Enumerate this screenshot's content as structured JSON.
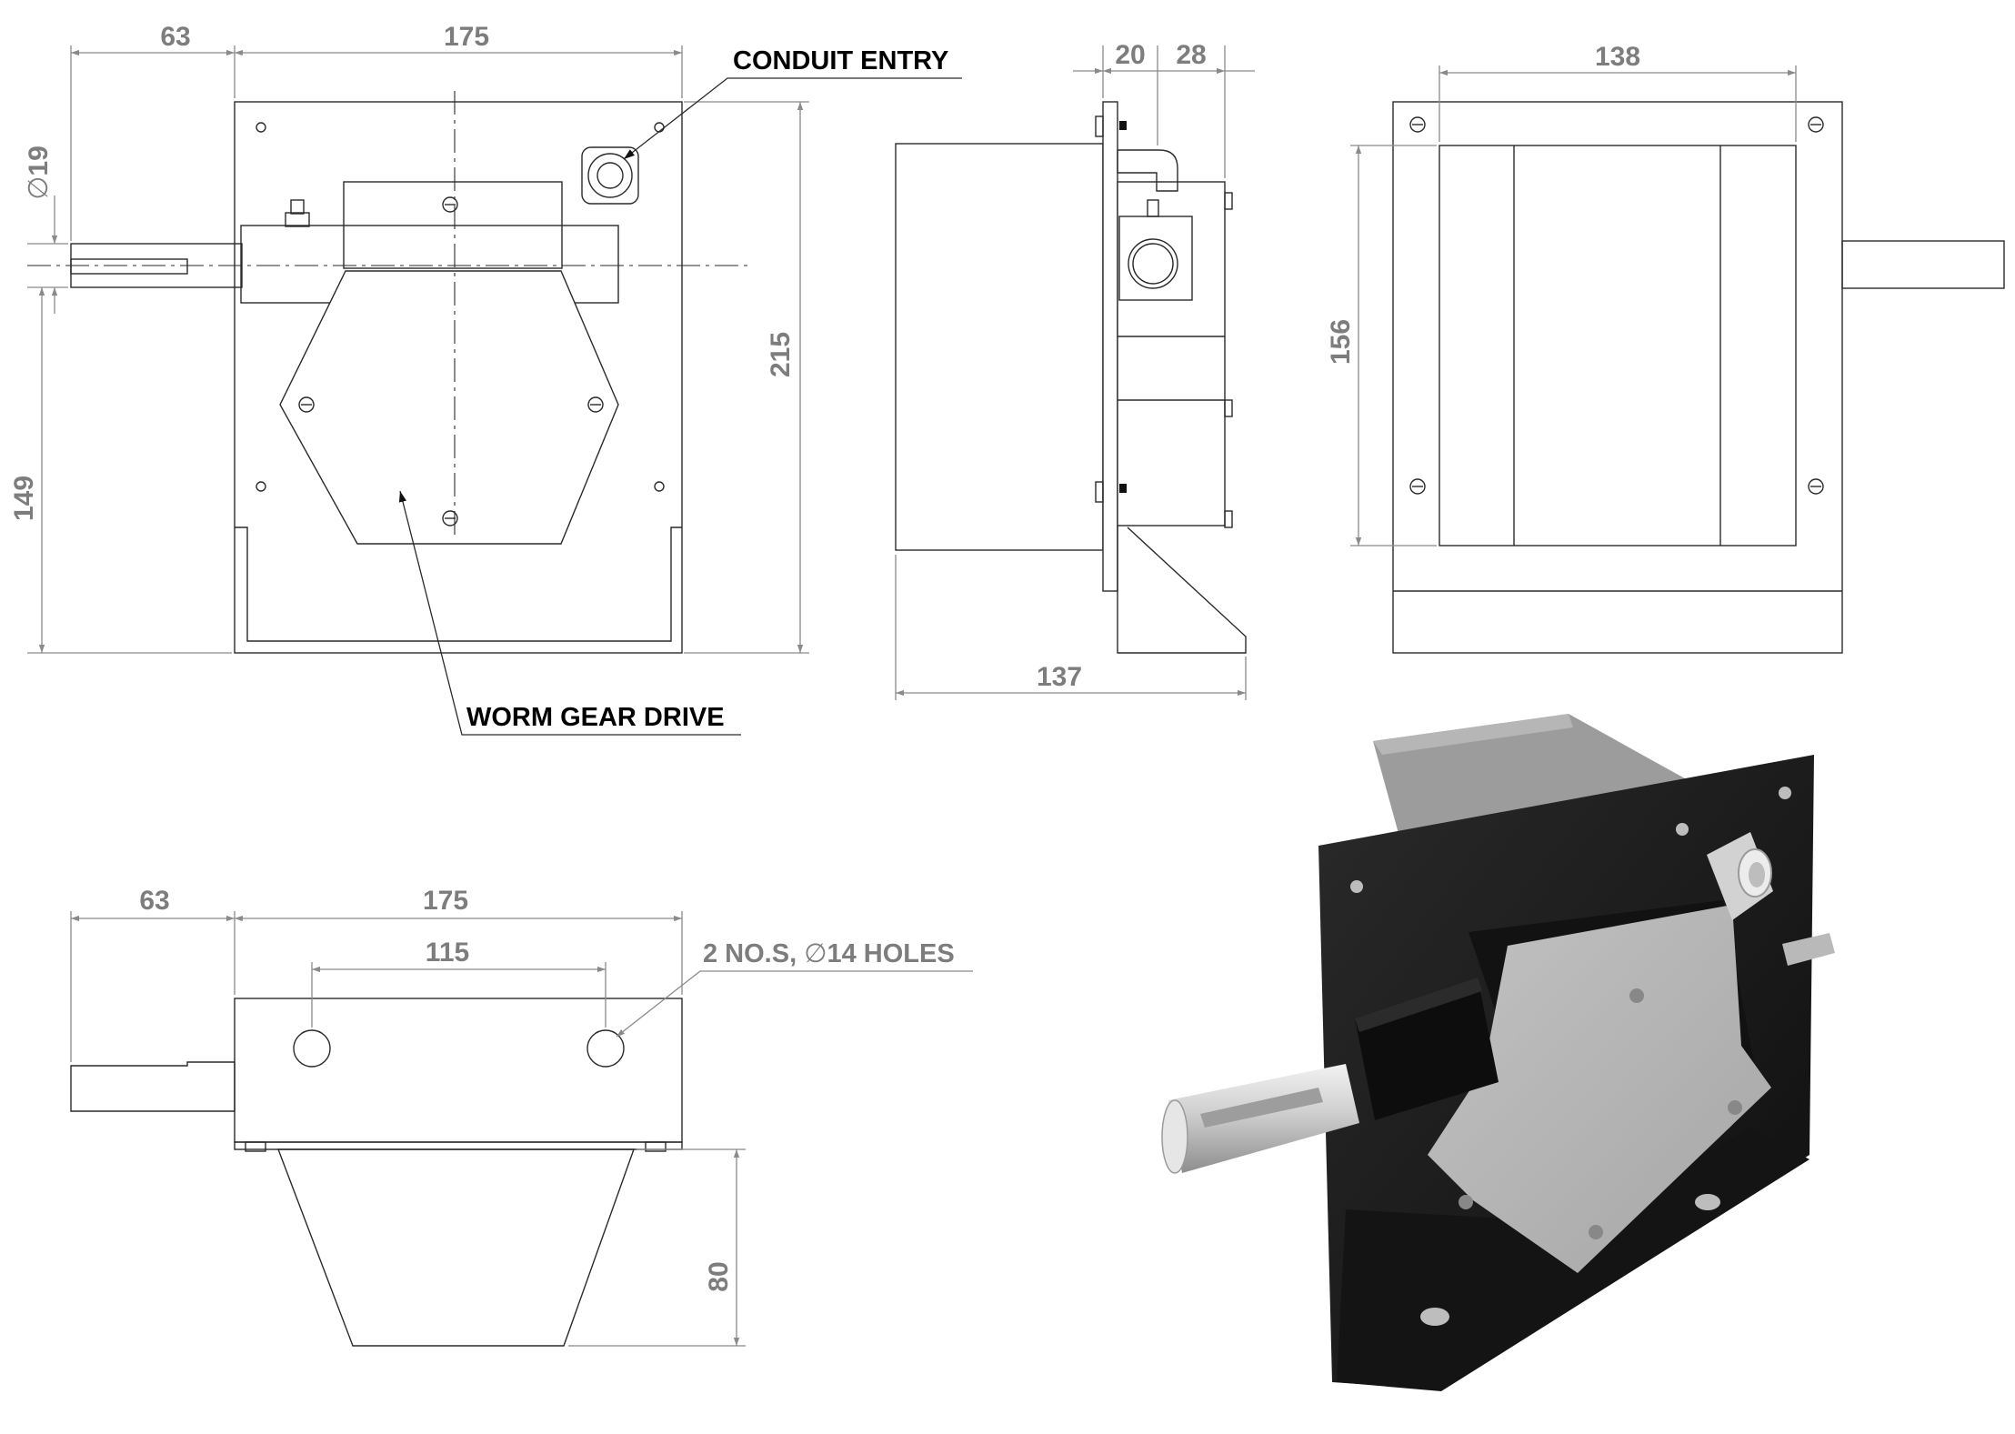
{
  "dimensions": {
    "front_left_width": "63",
    "front_body_width": "175",
    "shaft_diameter_symbol": "∅",
    "shaft_diameter_value": "19",
    "front_total_height": "215",
    "front_shaft_height": "149",
    "side_plate_thickness": "20",
    "side_enclosure_depth": "28",
    "side_total_depth": "137",
    "rear_width": "138",
    "rear_height": "156",
    "bottom_left_width": "63",
    "bottom_body_width": "175",
    "bottom_hole_spacing": "115",
    "bottom_base_height": "80"
  },
  "callouts": {
    "conduit_entry": "CONDUIT ENTRY",
    "worm_gear_drive": "WORM GEAR DRIVE",
    "holes_prefix": "2 NO.S,",
    "holes_symbol": "∅",
    "holes_suffix": "14 HOLES"
  },
  "colors": {
    "line": "#2a2a2a",
    "dimension": "#8a8a8a",
    "dimension_text": "#7d7d7d",
    "photo_body": "#1c1c1c",
    "photo_cover": "#b4b4b4",
    "photo_shaft": "#d6d6d6"
  }
}
